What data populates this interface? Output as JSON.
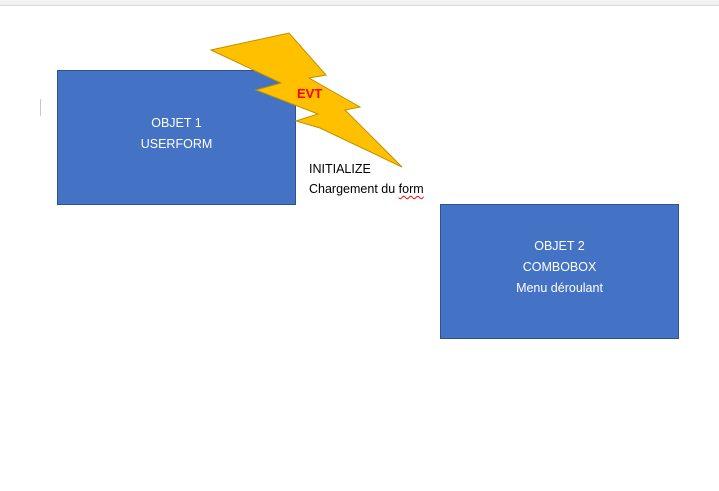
{
  "diagram": {
    "object1": {
      "line1": "OBJET 1",
      "line2": "USERFORM"
    },
    "object2": {
      "line1": "OBJET 2",
      "line2": "COMBOBOX",
      "line3": "Menu déroulant"
    },
    "event": {
      "label": "EVT"
    },
    "caption": {
      "line1": "INITIALIZE",
      "line2_prefix": "Chargement du ",
      "line2_flagged_word": "form"
    }
  },
  "colors": {
    "box_fill": "#4472c4",
    "box_border": "#2f528f",
    "bolt_fill": "#ffc000",
    "bolt_stroke": "#bf9000",
    "event_text": "#ff0000",
    "spellcheck_underline": "#ff0000"
  },
  "icons": {
    "event_shape": "lightning-bolt-icon"
  }
}
